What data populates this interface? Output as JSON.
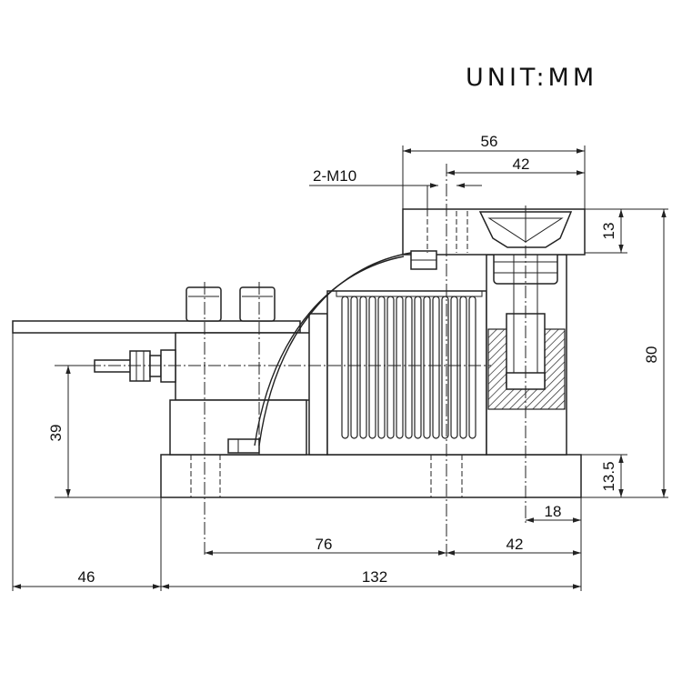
{
  "header": {
    "unit_label": "UNIT:MM"
  },
  "dimensions": {
    "top_width": "56",
    "top_inner": "42",
    "bolt_spec": "2-M10",
    "top_plate_thickness": "13",
    "total_height": "80",
    "sensor_height": "39",
    "base_thickness": "13.5",
    "bolt_offset": "18",
    "hole_spacing": "76",
    "right_offset": "42",
    "bracket_overhang": "46",
    "base_length": "132"
  }
}
